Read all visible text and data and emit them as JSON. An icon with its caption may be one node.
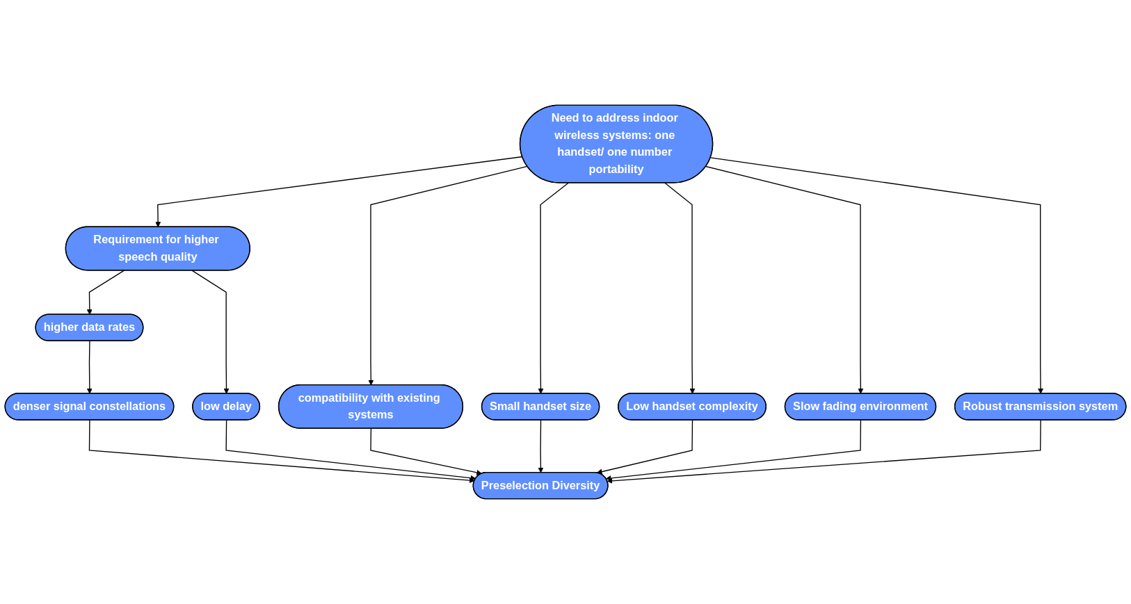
{
  "diagram": {
    "nodes": [
      {
        "text": [
          "Need to address indoor wireless systems: one handset/ one number portability"
        ]
      },
      {
        "text": [
          "Requirement for higher speech quality"
        ]
      },
      {
        "text": [
          "Robust transmission system"
        ]
      },
      {
        "text": [
          "compatibility with existing systems"
        ]
      },
      {
        "text": [
          "Low handset complexity"
        ]
      },
      {
        "text": [
          "Small handset size"
        ]
      },
      {
        "text": [
          "Slow fading environment"
        ]
      },
      {
        "text": [
          "higher data rates"
        ]
      },
      {
        "text": [
          "low delay"
        ]
      },
      {
        "text": [
          "denser signal constellations"
        ]
      },
      {
        "text": [
          "Preselection Diversity"
        ]
      }
    ],
    "edges": [
      {
        "from": 0,
        "to": 1,
        "arrow": "to"
      },
      {
        "from": 0,
        "to": 3,
        "arrow": "to"
      },
      {
        "from": 0,
        "to": 5,
        "arrow": "to"
      },
      {
        "from": 0,
        "to": 4,
        "arrow": "to"
      },
      {
        "from": 0,
        "to": 6,
        "arrow": "to"
      },
      {
        "from": 0,
        "to": 2,
        "arrow": "to"
      },
      {
        "from": 1,
        "to": 7,
        "arrow": "to"
      },
      {
        "from": 1,
        "to": 8,
        "arrow": "to"
      },
      {
        "from": 7,
        "to": 9,
        "arrow": "to"
      },
      {
        "from": 9,
        "to": 10,
        "arrow": "to"
      },
      {
        "from": 8,
        "to": 10,
        "arrow": "to"
      },
      {
        "from": 3,
        "to": 10,
        "arrow": "to"
      },
      {
        "from": 5,
        "to": 10,
        "arrow": "to"
      },
      {
        "from": 4,
        "to": 10,
        "arrow": "to"
      },
      {
        "from": 6,
        "to": 10,
        "arrow": "to"
      },
      {
        "from": 2,
        "to": 10,
        "arrow": "to"
      }
    ]
  }
}
